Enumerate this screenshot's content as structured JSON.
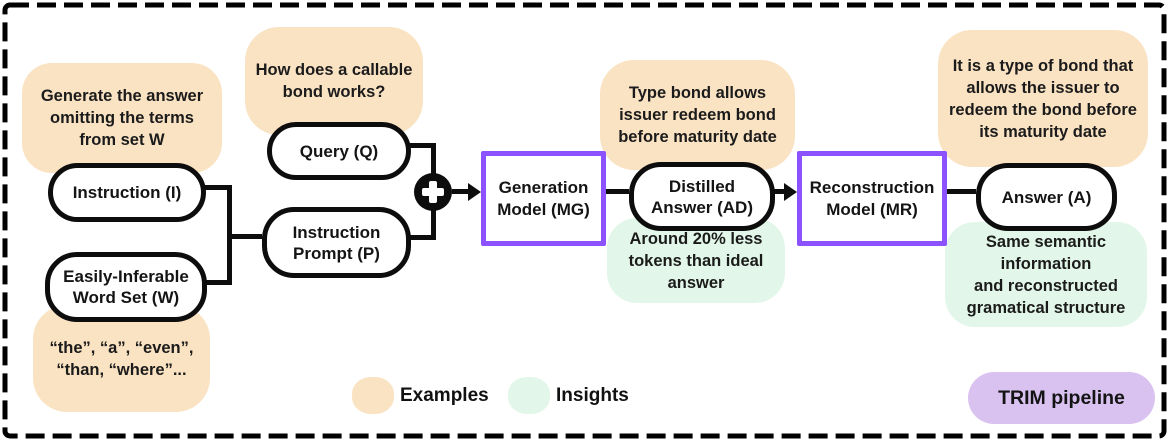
{
  "colors": {
    "example_bg": "#FAE3C3",
    "insight_bg": "#E2F7E9",
    "pipeline_purple": "#8C52FF",
    "pipeline_pill_bg": "#D9C2F0",
    "line_color": "#0D0D0D"
  },
  "nodes": {
    "instruction": {
      "label": "Instruction (I)"
    },
    "word_set": {
      "label": "Easily-Inferable\nWord Set (W)"
    },
    "query": {
      "label": "Query (Q)"
    },
    "instruction_prompt": {
      "label": "Instruction\nPrompt (P)"
    },
    "generation_model": {
      "label": "Generation\nModel (MG)"
    },
    "distilled_answer": {
      "label": "Distilled\nAnswer (AD)"
    },
    "reconstruction_model": {
      "label": "Reconstruction\nModel (MR)"
    },
    "answer": {
      "label": "Answer (A)"
    }
  },
  "examples": {
    "instruction": "Generate the answer\nomitting the terms\nfrom set W",
    "query": "How does a callable\nbond works?",
    "word_set": "“the”, “a”, “even”,\n“than, “where”...",
    "distilled_answer": "Type bond allows\nissuer redeem bond\nbefore maturity date",
    "answer": "It is a type of bond that\nallows the issuer to\nredeem the bond before\nits maturity date"
  },
  "insights": {
    "distilled_answer": "Around 20% less\ntokens than ideal\nanswer",
    "answer": "Same semantic\ninformation\nand reconstructed\ngramatical structure"
  },
  "legend": {
    "examples": "Examples",
    "insights": "Insights",
    "pipeline": "TRIM pipeline"
  }
}
